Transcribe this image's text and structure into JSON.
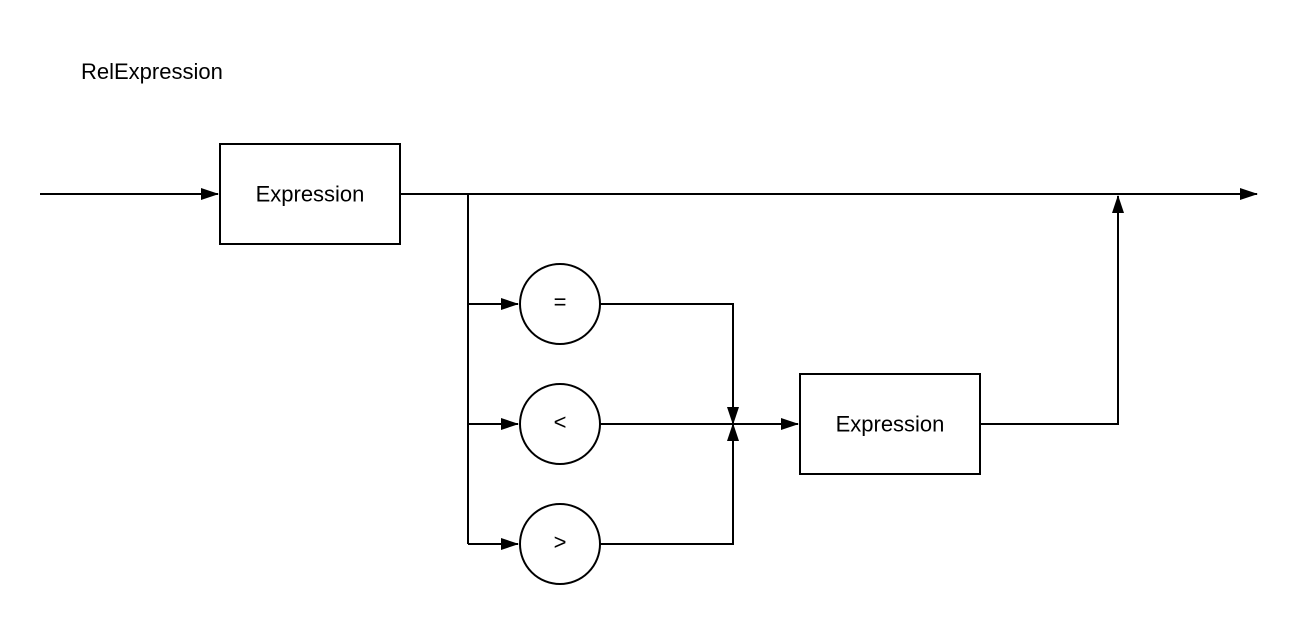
{
  "title": "RelExpression",
  "nodes": {
    "first_expression": "Expression",
    "second_expression": "Expression",
    "equal_operator": "=",
    "less_operator": "<",
    "greater_operator": ">"
  },
  "colors": {
    "stroke": "#000000",
    "fill": "#ffffff",
    "text": "#000000"
  }
}
